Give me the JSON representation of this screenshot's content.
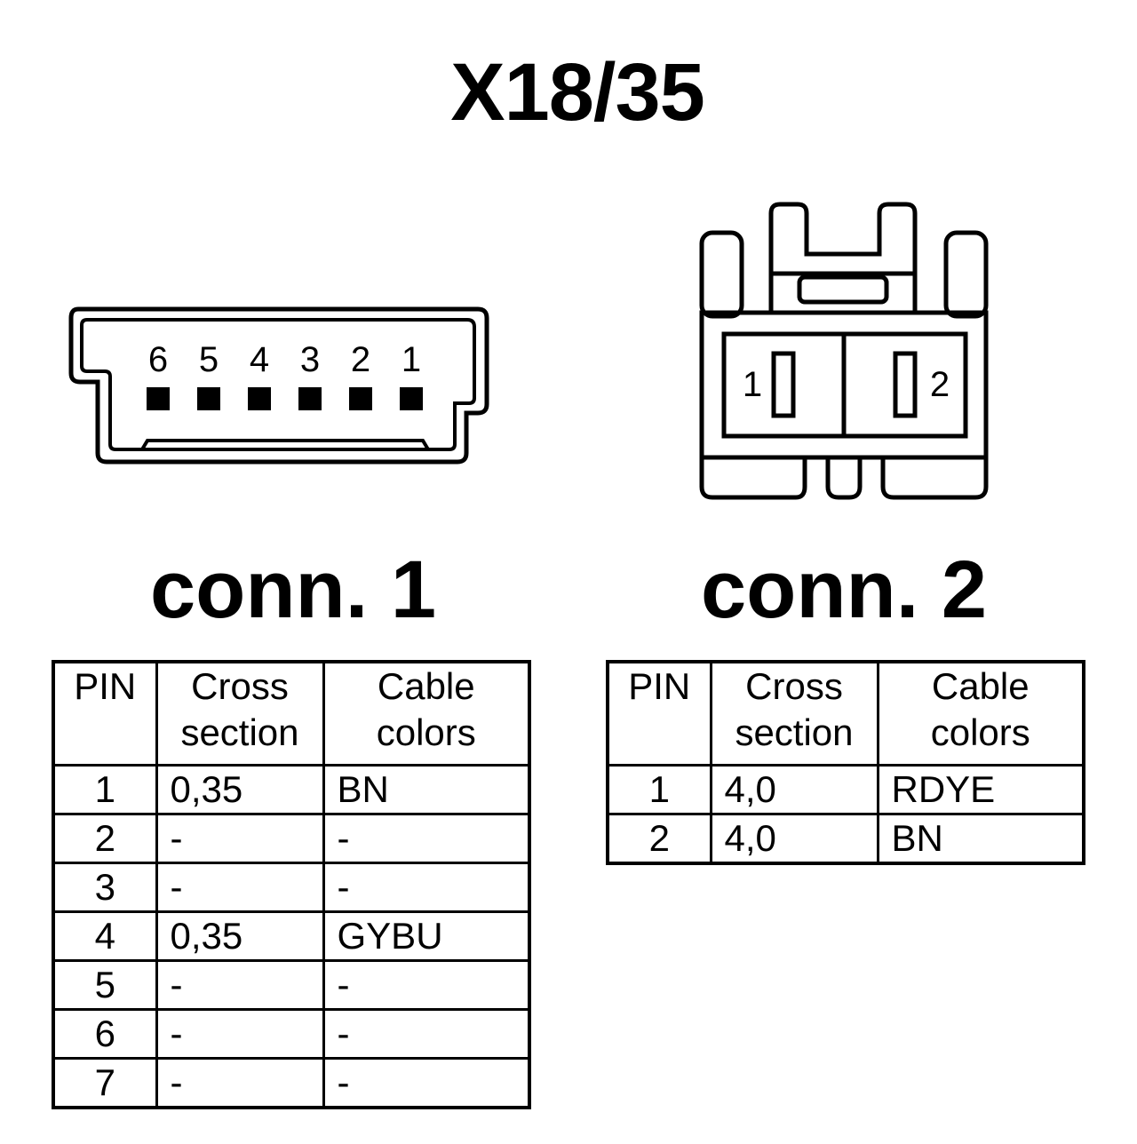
{
  "title": "X18/35",
  "connector1": {
    "label": "conn. 1",
    "pin_numbers": [
      "6",
      "5",
      "4",
      "3",
      "2",
      "1"
    ],
    "table": {
      "headers": [
        [
          "PIN"
        ],
        [
          "Cross",
          "section"
        ],
        [
          "Cable",
          "colors"
        ]
      ],
      "rows": [
        [
          "1",
          "0,35",
          "BN"
        ],
        [
          "2",
          "-",
          "-"
        ],
        [
          "3",
          "-",
          "-"
        ],
        [
          "4",
          "0,35",
          "GYBU"
        ],
        [
          "5",
          "-",
          "-"
        ],
        [
          "6",
          "-",
          "-"
        ],
        [
          "7",
          "-",
          "-"
        ]
      ]
    }
  },
  "connector2": {
    "label": "conn. 2",
    "pin_numbers": [
      "1",
      "2"
    ],
    "table": {
      "headers": [
        [
          "PIN"
        ],
        [
          "Cross",
          "section"
        ],
        [
          "Cable",
          "colors"
        ]
      ],
      "rows": [
        [
          "1",
          "4,0",
          "RDYE"
        ],
        [
          "2",
          "4,0",
          "BN"
        ]
      ]
    }
  }
}
